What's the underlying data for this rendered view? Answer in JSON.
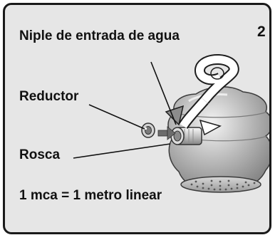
{
  "step_number": "2",
  "labels": {
    "inlet": "Niple de entrada de agua",
    "reducer": "Reductor",
    "thread": "Rosca",
    "note": "1 mca = 1 metro linear"
  },
  "colors": {
    "panel_background": "#e6e6e6",
    "frame_border": "#1a1a1a",
    "shower_body": "#b3b3b3",
    "text": "#111111"
  }
}
